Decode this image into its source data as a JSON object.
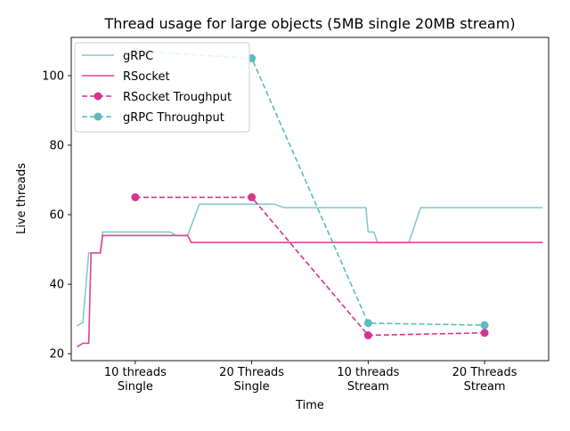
{
  "chart_data": {
    "type": "line",
    "title": "Thread usage for large objects (5MB single 20MB stream)",
    "xlabel": "Time",
    "ylabel": "Live threads",
    "xlim": [
      -0.55,
      3.55
    ],
    "ylim": [
      18,
      111
    ],
    "yticks": [
      20,
      40,
      60,
      80,
      100
    ],
    "xticks": [
      {
        "x": 0,
        "lines": [
          "10 threads",
          "Single"
        ]
      },
      {
        "x": 1,
        "lines": [
          "20 Threads",
          "Single"
        ]
      },
      {
        "x": 2,
        "lines": [
          "10 threads",
          "Stream"
        ]
      },
      {
        "x": 3,
        "lines": [
          "20 Threads",
          "Stream"
        ]
      }
    ],
    "legend_position": "top-left",
    "series": [
      {
        "name": "gRPC",
        "color": "#84c9c9",
        "style": "solid",
        "marker": false,
        "x": [
          -0.5,
          -0.45,
          -0.4,
          -0.35,
          -0.3,
          -0.28,
          -0.1,
          0.3,
          0.35,
          0.45,
          0.55,
          0.6,
          0.8,
          1.0,
          1.2,
          1.28,
          1.8,
          1.98,
          2.0,
          2.05,
          2.08,
          2.35,
          2.45,
          3.5
        ],
        "y": [
          28,
          29,
          49,
          49,
          49,
          55,
          55,
          55,
          54,
          54,
          63,
          63,
          63,
          63,
          63,
          62,
          62,
          62,
          55,
          55,
          52,
          52,
          62,
          62
        ]
      },
      {
        "name": "RSocket",
        "color": "#e0409a",
        "style": "solid",
        "marker": false,
        "x": [
          -0.5,
          -0.45,
          -0.4,
          -0.38,
          -0.3,
          -0.28,
          0.3,
          0.45,
          0.48,
          3.5
        ],
        "y": [
          22,
          23,
          23,
          49,
          49,
          54,
          54,
          54,
          52,
          52
        ]
      },
      {
        "name": "RSocket Troughput",
        "color": "#d93390",
        "style": "dashed",
        "marker": true,
        "x": [
          0,
          1,
          2,
          3
        ],
        "y": [
          65,
          65,
          25.3,
          26
        ]
      },
      {
        "name": "gRPC Throughput",
        "color": "#5bbcbc",
        "style": "dashed",
        "marker": true,
        "x": [
          0,
          1,
          2,
          3
        ],
        "y": [
          107,
          105,
          28.8,
          28.2
        ]
      }
    ]
  }
}
